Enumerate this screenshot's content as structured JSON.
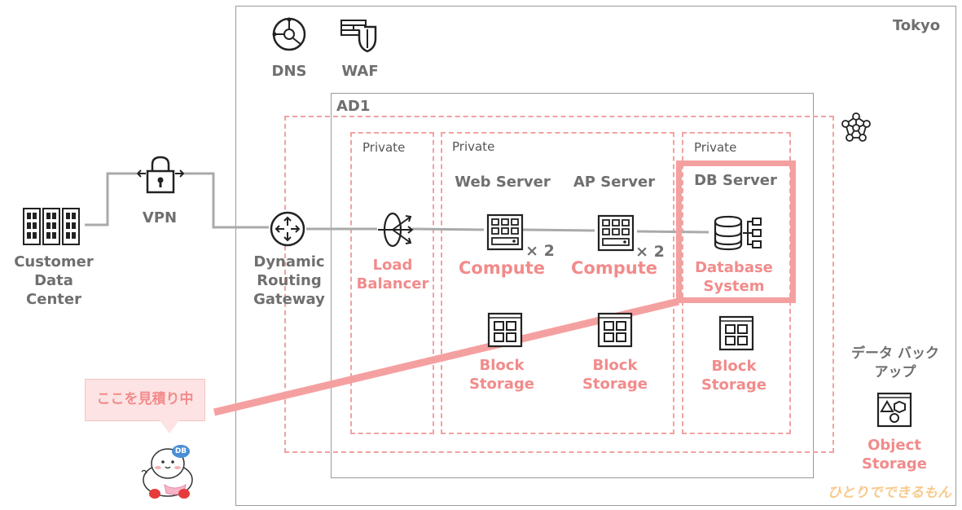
{
  "region": {
    "label": "Tokyo"
  },
  "ad": {
    "label": "AD1"
  },
  "services": {
    "dns": "DNS",
    "waf": "WAF"
  },
  "onprem": {
    "label": "Customer\nData Center"
  },
  "vpn": {
    "label": "VPN"
  },
  "gateway": {
    "label": "Dynamic\nRouting\nGateway"
  },
  "subnets": {
    "lb_private": "Private",
    "app_private": "Private",
    "db_private": "Private"
  },
  "lb": {
    "label": "Load\nBalancer"
  },
  "web": {
    "title": "Web Server",
    "compute": "Compute",
    "count": "× 2",
    "storage": "Block\nStorage"
  },
  "ap": {
    "title": "AP Server",
    "compute": "Compute",
    "count": "× 2",
    "storage": "Block\nStorage"
  },
  "db": {
    "title": "DB Server",
    "service": "Database\nSystem",
    "storage": "Block\nStorage"
  },
  "backup": {
    "title": "データ バック\nアップ",
    "storage": "Object\nStorage"
  },
  "callout": {
    "text": "ここを見積り中"
  },
  "mascot": {
    "badge": "DB"
  },
  "watermark": {
    "text": "ひとりでできるもん"
  },
  "colors": {
    "accent": "#f28b8b",
    "highlight": "#f5a0a0",
    "gray": "#6f6f6f",
    "line": "#aaaaaa"
  }
}
